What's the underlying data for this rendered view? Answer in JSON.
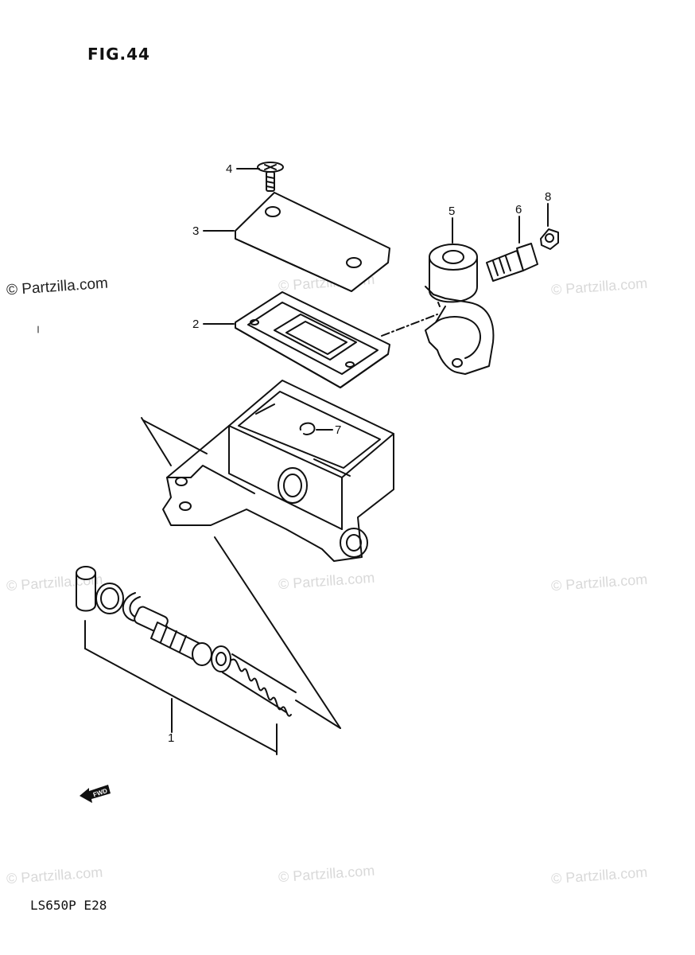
{
  "figure": {
    "title": "FIG.44",
    "model": "LS650P  E28"
  },
  "watermarks": {
    "primary": "© Partzilla.com",
    "secondary": "© Partzilla.com"
  },
  "callouts": {
    "part1": "1",
    "part2": "2",
    "part3": "3",
    "part4": "4",
    "part5": "5",
    "part6": "6",
    "part7": "7",
    "part8": "8"
  },
  "fwd_label": "FWD",
  "icons": [
    "fwd-arrow-icon"
  ]
}
